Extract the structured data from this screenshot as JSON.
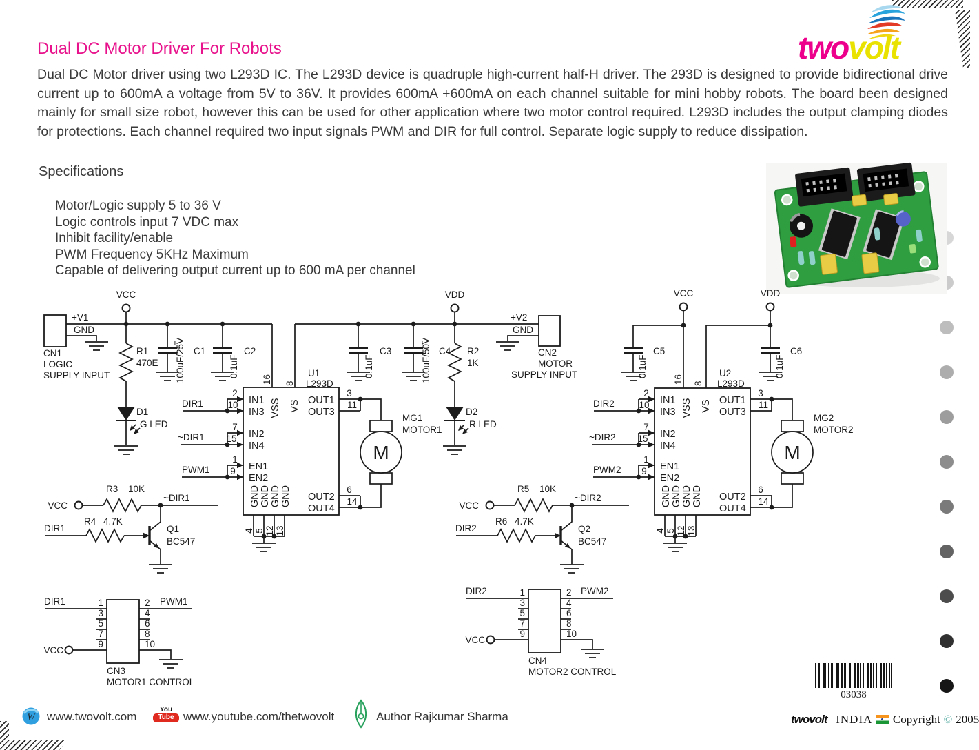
{
  "page": {
    "title": "Dual DC Motor Driver For Robots",
    "description": "Dual DC Motor driver using two L293D IC. The L293D device is quadruple high-current half-H driver. The 293D is designed to provide bidirectional drive current up to 600mA a voltage from 5V to 36V. It provides 600mA +600mA on each channel suitable for mini hobby robots.  The board been designed mainly for small size robot, however this can be used for other application where two motor control required. L293D includes the output clamping diodes for protections. Each channel required two input signals PWM and DIR for full control. Separate logic supply to reduce dissipation.",
    "specs_heading": "Specifications",
    "specs": [
      "Motor/Logic supply 5 to 36 V",
      "Logic controls input 7 VDC max",
      "Inhibit facility/enable",
      "PWM Frequency 5KHz Maximum",
      "Capable of delivering output current up to 600 mA per channel"
    ]
  },
  "logo": {
    "part1": "two",
    "part2": "volt"
  },
  "schematic": {
    "vcc": "VCC",
    "vdd": "VDD",
    "gnd_label": "GND",
    "plus": "+",
    "v1": "+V1",
    "v2": "+V2",
    "cn1": {
      "ref": "CN1",
      "line1": "LOGIC",
      "line2": "SUPPLY INPUT"
    },
    "cn2": {
      "ref": "CN2",
      "line1": "MOTOR",
      "line2": "SUPPLY INPUT"
    },
    "cn3": {
      "ref": "CN3",
      "label": "MOTOR1 CONTROL"
    },
    "cn4": {
      "ref": "CN4",
      "label": "MOTOR2 CONTROL"
    },
    "r1": {
      "ref": "R1",
      "value": "470E"
    },
    "r2": {
      "ref": "R2",
      "value": "1K"
    },
    "r3": {
      "ref": "R3",
      "value": "10K"
    },
    "r4": {
      "ref": "R4",
      "value": "4.7K"
    },
    "r5": {
      "ref": "R5",
      "value": "10K"
    },
    "r6": {
      "ref": "R6",
      "value": "4.7K"
    },
    "c1": {
      "ref": "C1",
      "value": "100uF/25V"
    },
    "c2": {
      "ref": "C2",
      "value": "0.1uF"
    },
    "c3": {
      "ref": "C3",
      "value": "0.1uF"
    },
    "c4": {
      "ref": "C4",
      "value": "100uF/50V"
    },
    "c5": {
      "ref": "C5",
      "value": "0.1uF"
    },
    "c6": {
      "ref": "C6",
      "value": "0.1uF"
    },
    "d1": {
      "ref": "D1",
      "value": "G LED"
    },
    "d2": {
      "ref": "D2",
      "value": "R LED"
    },
    "q1": {
      "ref": "Q1",
      "value": "BC547"
    },
    "q2": {
      "ref": "Q2",
      "value": "BC547"
    },
    "u1": {
      "ref": "U1",
      "value": "L293D"
    },
    "u2": {
      "ref": "U2",
      "value": "L293D"
    },
    "mg1": {
      "ref": "MG1",
      "value": "MOTOR1",
      "m": "M"
    },
    "mg2": {
      "ref": "MG2",
      "value": "MOTOR2",
      "m": "M"
    },
    "ic": {
      "in1": "IN1",
      "in2": "IN2",
      "in3": "IN3",
      "in4": "IN4",
      "en1": "EN1",
      "en2": "EN2",
      "out1": "OUT1",
      "out2": "OUT2",
      "out3": "OUT3",
      "out4": "OUT4",
      "vss": "VSS",
      "vs": "VS",
      "gnd": "GND"
    },
    "pins": {
      "p1": "1",
      "p2": "2",
      "p3": "3",
      "p4": "4",
      "p5": "5",
      "p6": "6",
      "p7": "7",
      "p8": "8",
      "p9": "9",
      "p10": "10",
      "p11": "11",
      "p12": "12",
      "p13": "13",
      "p14": "14",
      "p15": "15",
      "p16": "16"
    },
    "sig": {
      "dir1": "DIR1",
      "ndir1": "~DIR1",
      "pwm1": "PWM1",
      "dir2": "DIR2",
      "ndir2": "~DIR2",
      "pwm2": "PWM2"
    }
  },
  "footer": {
    "w_icon_letter": "W",
    "website": "www.twovolt.com",
    "youtube_icon_top": "You",
    "youtube_icon_bottom": "Tube",
    "youtube": "www.youtube.com/thetwovolt",
    "author": "Author Rajkumar Sharma"
  },
  "bottom": {
    "barcode_number": "03038",
    "brand": "twovolt",
    "country": "INDIA",
    "copyright": "Copyright",
    "copyright_symbol": "©",
    "year": "2005"
  },
  "colors": {
    "accent": "#ec008c",
    "logo_yellow": "#e9e200"
  }
}
